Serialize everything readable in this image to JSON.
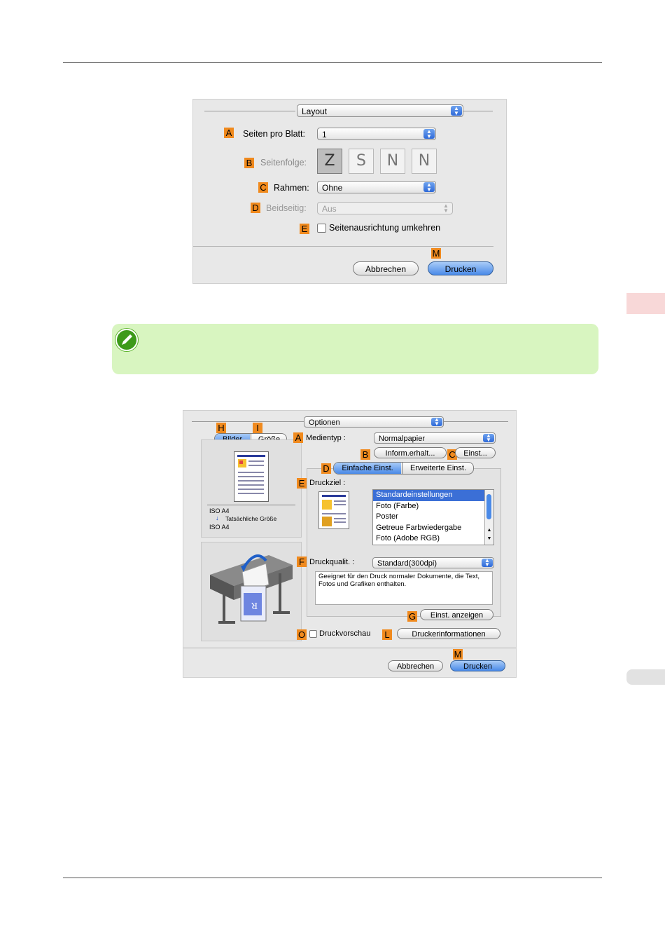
{
  "dialog1": {
    "layout_select": "Layout",
    "pages_label": "Seiten pro Blatt:",
    "pages_value": "1",
    "order_label": "Seitenfolge:",
    "order_glyphs": [
      "Z",
      "S",
      "N",
      "N"
    ],
    "border_label": "Rahmen:",
    "border_value": "Ohne",
    "duplex_label": "Beidseitig:",
    "duplex_value": "Aus",
    "reverse_label": "Seitenausrichtung umkehren",
    "cancel": "Abbrechen",
    "print": "Drucken",
    "letters": [
      "A",
      "B",
      "C",
      "D",
      "E",
      "M"
    ]
  },
  "dialog2": {
    "options_select": "Optionen",
    "tab_images": "Bilder",
    "tab_size": "Größe",
    "paper_in": "ISO A4",
    "actual_size": "Tatsächliche Größe",
    "paper_out": "ISO A4",
    "media_label": "Medientyp :",
    "media_value": "Normalpapier",
    "info_button": "Inform.erhalt...",
    "settings_button": "Einst...",
    "tab_simple": "Einfache Einst.",
    "tab_advanced": "Erweiterte Einst.",
    "target_label": "Druckziel :",
    "targets": [
      "Standardeinstellungen",
      "Foto (Farbe)",
      "Poster",
      "Getreue Farbwiedergabe",
      "Foto (Adobe RGB)"
    ],
    "quality_label": "Druckqualit. :",
    "quality_value": "Standard(300dpi)",
    "description": "Geeignet für den Druck normaler Dokumente, die Text, Fotos und Grafiken enthalten.",
    "show_settings": "Einst. anzeigen",
    "preview_label": "Druckvorschau",
    "printer_info": "Druckerinformationen",
    "cancel": "Abbrechen",
    "print": "Drucken",
    "letters": [
      "H",
      "I",
      "A",
      "B",
      "C",
      "D",
      "E",
      "F",
      "G",
      "O",
      "L",
      "M"
    ]
  },
  "colors": {
    "label_orange": "#f08a1e",
    "note_green": "#d8f5c0",
    "accent_blue": "#4a8ae8",
    "side_tab_pink": "#f8d8d8"
  }
}
